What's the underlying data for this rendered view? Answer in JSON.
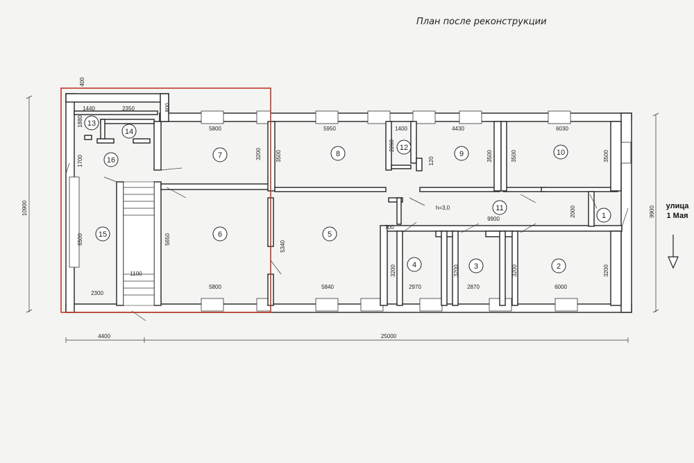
{
  "title": "План после реконструкции",
  "street": {
    "line1": "улица",
    "line2": "1 Мая"
  },
  "height_note": "h=3,0",
  "rooms": [
    {
      "num": "1"
    },
    {
      "num": "2"
    },
    {
      "num": "3"
    },
    {
      "num": "4"
    },
    {
      "num": "5"
    },
    {
      "num": "6"
    },
    {
      "num": "7"
    },
    {
      "num": "8"
    },
    {
      "num": "9"
    },
    {
      "num": "10"
    },
    {
      "num": "11"
    },
    {
      "num": "12"
    },
    {
      "num": "13"
    },
    {
      "num": "14"
    },
    {
      "num": "15"
    },
    {
      "num": "16"
    }
  ],
  "dimensions": {
    "d1440": "1440",
    "d2350": "2350",
    "d800": "800",
    "d400": "400",
    "d5800a": "5800",
    "d5950": "5950",
    "d1400": "1400",
    "d4430": "4430",
    "d6030": "6030",
    "d1880": "1880",
    "d1700": "1700",
    "d3200a": "3200",
    "d3500a": "3500",
    "d2260": "2260",
    "d120": "120",
    "d3500b": "3500",
    "d3500c": "3500",
    "d3500d": "3500",
    "d6500": "6500",
    "d5650": "5650",
    "d5340": "5340",
    "d700": "700",
    "d9900": "9900",
    "d2000": "2000",
    "d3200b": "3200",
    "d3200c": "3200",
    "d3200d": "3200",
    "d3200e": "3200",
    "d1100": "1100",
    "d2300": "2300",
    "d5800b": "5800",
    "d5840": "5840",
    "d2970": "2970",
    "d2870": "2870",
    "d6000": "6000",
    "d10900": "10900",
    "d9900v": "9900",
    "d4400": "4400",
    "d25000": "25000"
  },
  "colors": {
    "highlight": "#c0392b",
    "wall": "#222222",
    "paper": "#f4f4f2"
  }
}
